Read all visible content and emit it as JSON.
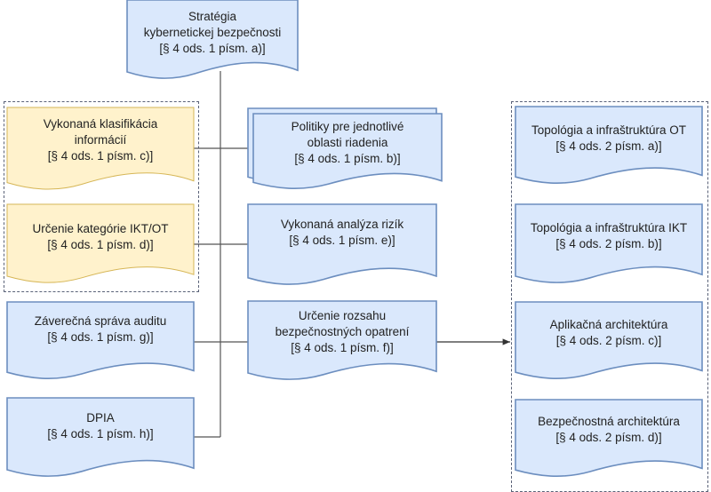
{
  "colors": {
    "blue_fill": "#dae8fc",
    "blue_stroke": "#6c8ebf",
    "yellow_fill": "#fff2cc",
    "yellow_stroke": "#d6b656",
    "line": "#555555"
  },
  "nodes": {
    "strategy": {
      "lines": [
        "Stratégia",
        "kybernetickej bezpečnosti",
        "[§ 4 ods. 1 písm. a)]"
      ]
    },
    "classification": {
      "lines": [
        "Vykonaná klasifikácia",
        "informácií",
        "[§ 4 ods. 1 písm. c)]"
      ]
    },
    "category": {
      "lines": [
        "Určenie kategórie IKT/OT",
        "[§ 4 ods. 1 písm. d)]"
      ]
    },
    "audit": {
      "lines": [
        "Záverečná správa auditu",
        "[§ 4 ods. 1 písm. g)]"
      ]
    },
    "dpia": {
      "lines": [
        "DPIA",
        "[§ 4 ods. 1 písm. h)]"
      ]
    },
    "policies": {
      "lines": [
        "Politiky pre jednotlivé",
        "oblasti riadenia",
        "[§ 4 ods. 1 písm. b)]"
      ]
    },
    "risk": {
      "lines": [
        "Vykonaná analýza rizík",
        "[§ 4 ods. 1 písm. e)]"
      ]
    },
    "measures": {
      "lines": [
        "Určenie rozsahu",
        "bezpečnostných opatrení",
        "[§ 4 ods. 1 písm. f)]"
      ]
    },
    "ot": {
      "lines": [
        "Topológia a infraštruktúra OT",
        "[§ 4 ods. 2 písm. a)]"
      ]
    },
    "ikt": {
      "lines": [
        "Topológia a infraštruktúra IKT",
        "[§ 4 ods. 2 písm. b)]"
      ]
    },
    "app": {
      "lines": [
        "Aplikačná architektúra",
        "[§ 4 ods. 2 písm. c)]"
      ]
    },
    "sec": {
      "lines": [
        "Bezpečnostná architektúra",
        "[§ 4 ods. 2 písm. d)]"
      ]
    }
  }
}
